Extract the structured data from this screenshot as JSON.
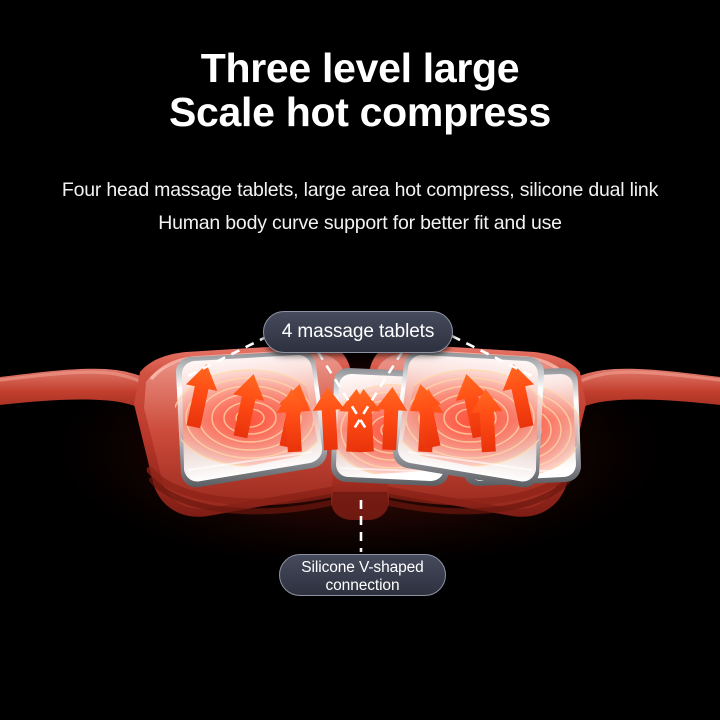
{
  "background_color": "#000000",
  "headline": {
    "line1": "Three level large",
    "line2": "Scale hot compress"
  },
  "subtitle": {
    "line1": "Four head massage tablets, large area hot compress, silicone dual link",
    "line2": "Human body curve support for better fit and use"
  },
  "callouts": {
    "tablets": {
      "label": "4 massage tablets",
      "leader_count": 4
    },
    "connection": {
      "line1": "Silicone V-shaped",
      "line2": "connection"
    }
  },
  "product": {
    "name": "neck-massager",
    "body_color": "#c0392b",
    "pad_count": 4,
    "arrows_per_pad": 3,
    "accent_color": "#ff4d1a",
    "metal_color": "#d8dadd",
    "glow_color": "#ff3b2e"
  }
}
